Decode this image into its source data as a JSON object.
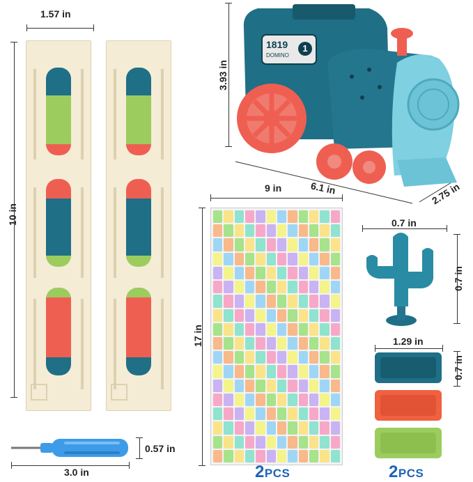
{
  "dimensions": {
    "track_width": "1.57 in",
    "track_length": "10 in",
    "train_height": "3.93 in",
    "train_length": "6.1 in",
    "train_width": "2.75 in",
    "sheet_width": "9 in",
    "sheet_length": "17 in",
    "cactus_width": "0.7 in",
    "cactus_height": "0.7 in",
    "domino_width": "1.29 in",
    "domino_height": "0.7 in",
    "screwdriver_diameter": "0.57 in",
    "screwdriver_length": "3.0 in"
  },
  "train": {
    "plate_number": "1819",
    "plate_text": "DOMINO",
    "plate_badge": "1"
  },
  "counts": {
    "sheet_count_number": "2",
    "sheet_count_unit": "PCS",
    "domino_count_number": "2",
    "domino_count_unit": "PCS"
  },
  "colors": {
    "teal": "#1f6f86",
    "red": "#ee5f52",
    "green": "#9ccc5e",
    "cream": "#f5ecd6",
    "light_blue": "#7fd0e0",
    "screwdriver_blue": "#3d9be8"
  }
}
